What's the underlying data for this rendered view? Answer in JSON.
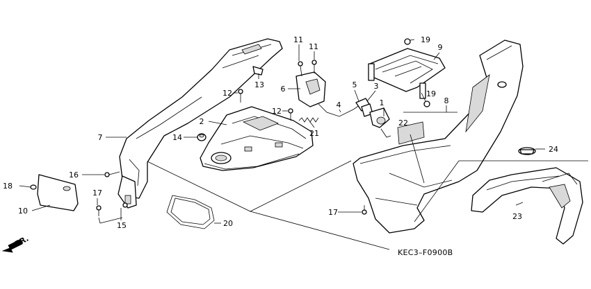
{
  "diagram": {
    "code": "KEC3–F0900B",
    "direction_label": "FR.",
    "callouts": [
      {
        "id": "c1",
        "label": "1"
      },
      {
        "id": "c2",
        "label": "2"
      },
      {
        "id": "c3",
        "label": "3"
      },
      {
        "id": "c4",
        "label": "4"
      },
      {
        "id": "c5",
        "label": "5"
      },
      {
        "id": "c6",
        "label": "6"
      },
      {
        "id": "c7",
        "label": "7"
      },
      {
        "id": "c8",
        "label": "8"
      },
      {
        "id": "c9",
        "label": "9"
      },
      {
        "id": "c10",
        "label": "10"
      },
      {
        "id": "c11a",
        "label": "11"
      },
      {
        "id": "c11b",
        "label": "11"
      },
      {
        "id": "c12a",
        "label": "12"
      },
      {
        "id": "c12b",
        "label": "12"
      },
      {
        "id": "c13",
        "label": "13"
      },
      {
        "id": "c14",
        "label": "14"
      },
      {
        "id": "c15",
        "label": "15"
      },
      {
        "id": "c16",
        "label": "16"
      },
      {
        "id": "c17a",
        "label": "17"
      },
      {
        "id": "c17b",
        "label": "17"
      },
      {
        "id": "c18",
        "label": "18"
      },
      {
        "id": "c19a",
        "label": "19"
      },
      {
        "id": "c19b",
        "label": "19"
      },
      {
        "id": "c20",
        "label": "20"
      },
      {
        "id": "c21",
        "label": "21"
      },
      {
        "id": "c22",
        "label": "22"
      },
      {
        "id": "c23",
        "label": "23"
      },
      {
        "id": "c24",
        "label": "24"
      }
    ]
  }
}
